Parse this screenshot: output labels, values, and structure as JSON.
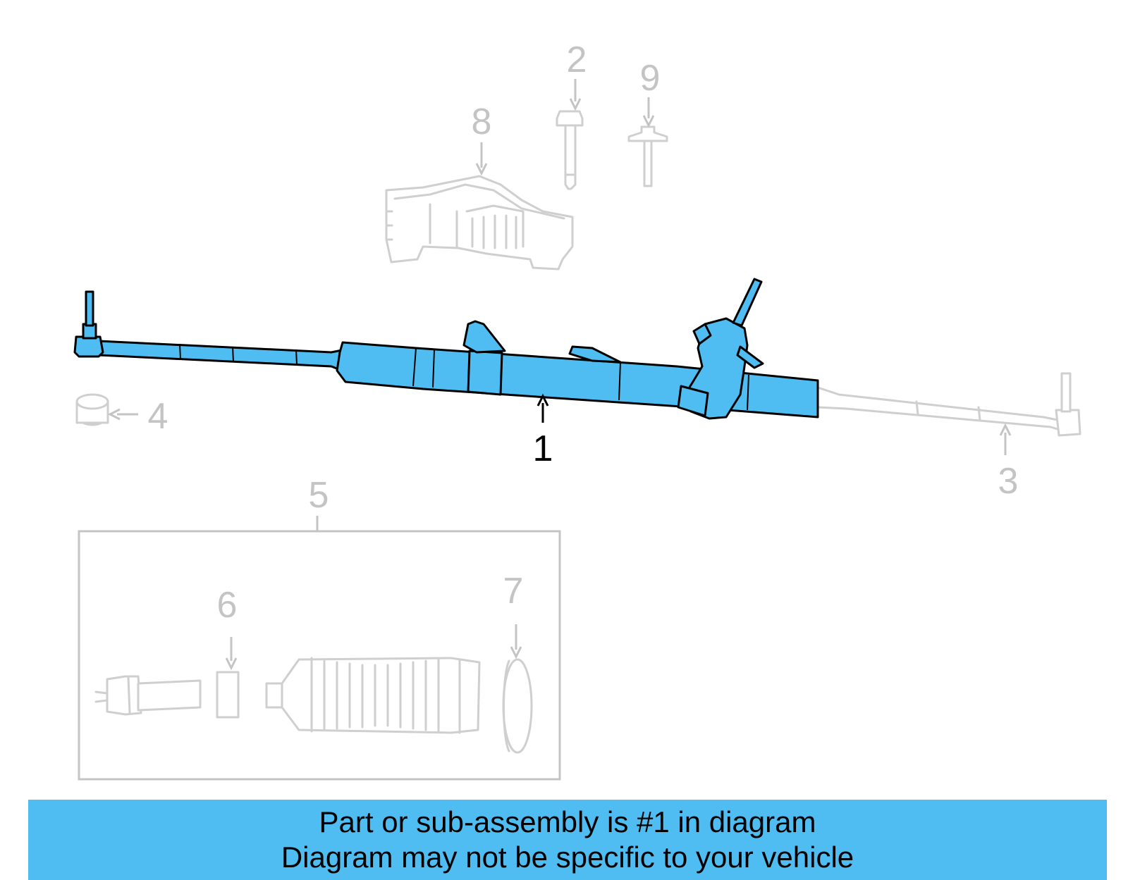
{
  "colors": {
    "highlight": "#4fbdf2",
    "ghost": "#c4c4c4",
    "active_text": "#000000"
  },
  "callouts": {
    "c1": "1",
    "c2": "2",
    "c3": "3",
    "c4": "4",
    "c5": "5",
    "c6": "6",
    "c7": "7",
    "c8": "8",
    "c9": "9"
  },
  "highlighted_part": "1",
  "banner": {
    "line1": "Part or sub-assembly is #1 in diagram",
    "line2": "Diagram may not be specific to your vehicle"
  }
}
